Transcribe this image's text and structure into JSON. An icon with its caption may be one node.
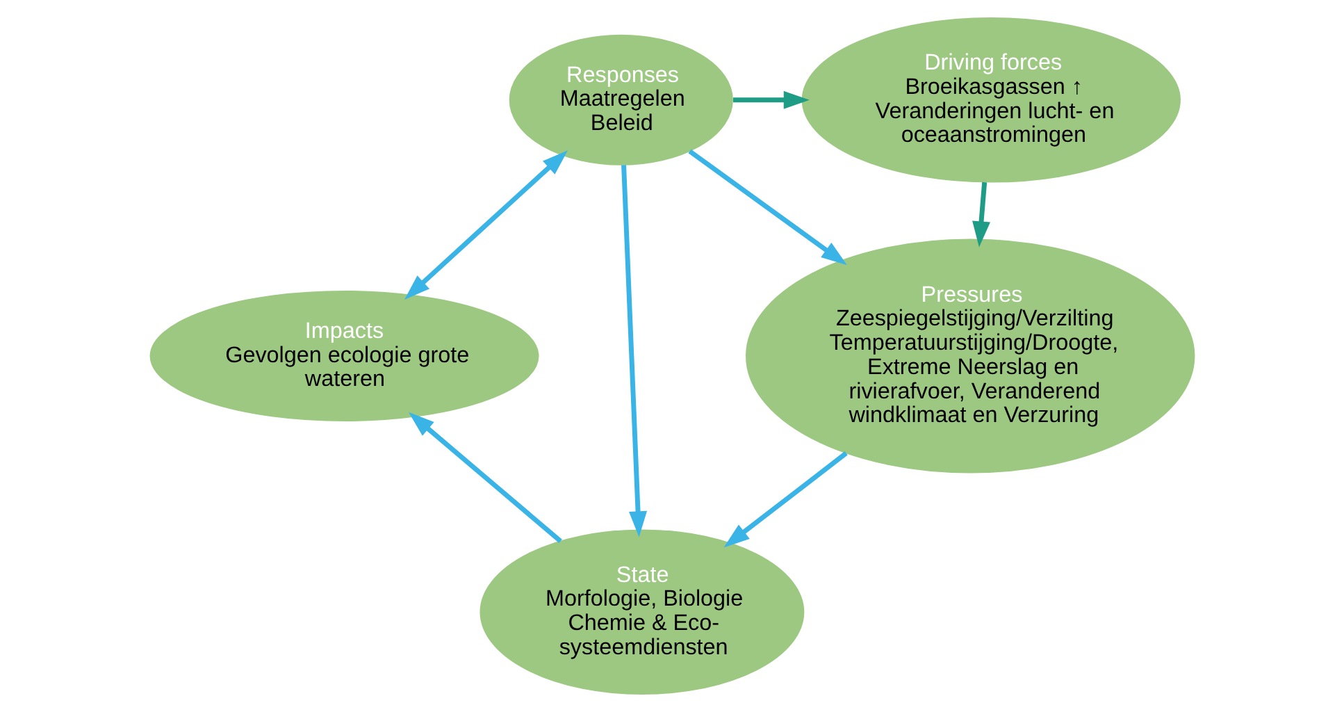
{
  "diagram": {
    "nodes": [
      {
        "text": [
          "Driving forces",
          "Broeikasgassen ↑ Veranderingen lucht- en oceaanstromingen"
        ]
      },
      {
        "text": [
          "Responses",
          "Maatregelen",
          "Beleid"
        ]
      },
      {
        "text": [
          "Pressures",
          "Zeespiegelstijging/Verzilting Temperatuurstijging/Droogte, Extreme Neerslag en rivierafvoer, Veranderend windklimaat en Verzuring"
        ]
      },
      {
        "text": [
          "Impacts",
          "Gevolgen ecologie grote wateren"
        ]
      },
      {
        "text": [
          "State",
          "Morfologie, Biologie Chemie & Eco- systeemdiensten"
        ]
      }
    ],
    "edges": [
      {
        "from": 1,
        "to": 0,
        "arrow": "to",
        "color": "#1f9c86"
      },
      {
        "from": 0,
        "to": 2,
        "arrow": "to",
        "color": "#1f9c86"
      },
      {
        "from": 1,
        "to": 2,
        "arrow": "to"
      },
      {
        "from": 1,
        "to": 4,
        "arrow": "to"
      },
      {
        "from": 1,
        "to": 3,
        "arrow": "both"
      },
      {
        "from": 2,
        "to": 4,
        "arrow": "to"
      },
      {
        "from": 4,
        "to": 3,
        "arrow": "to"
      }
    ]
  }
}
